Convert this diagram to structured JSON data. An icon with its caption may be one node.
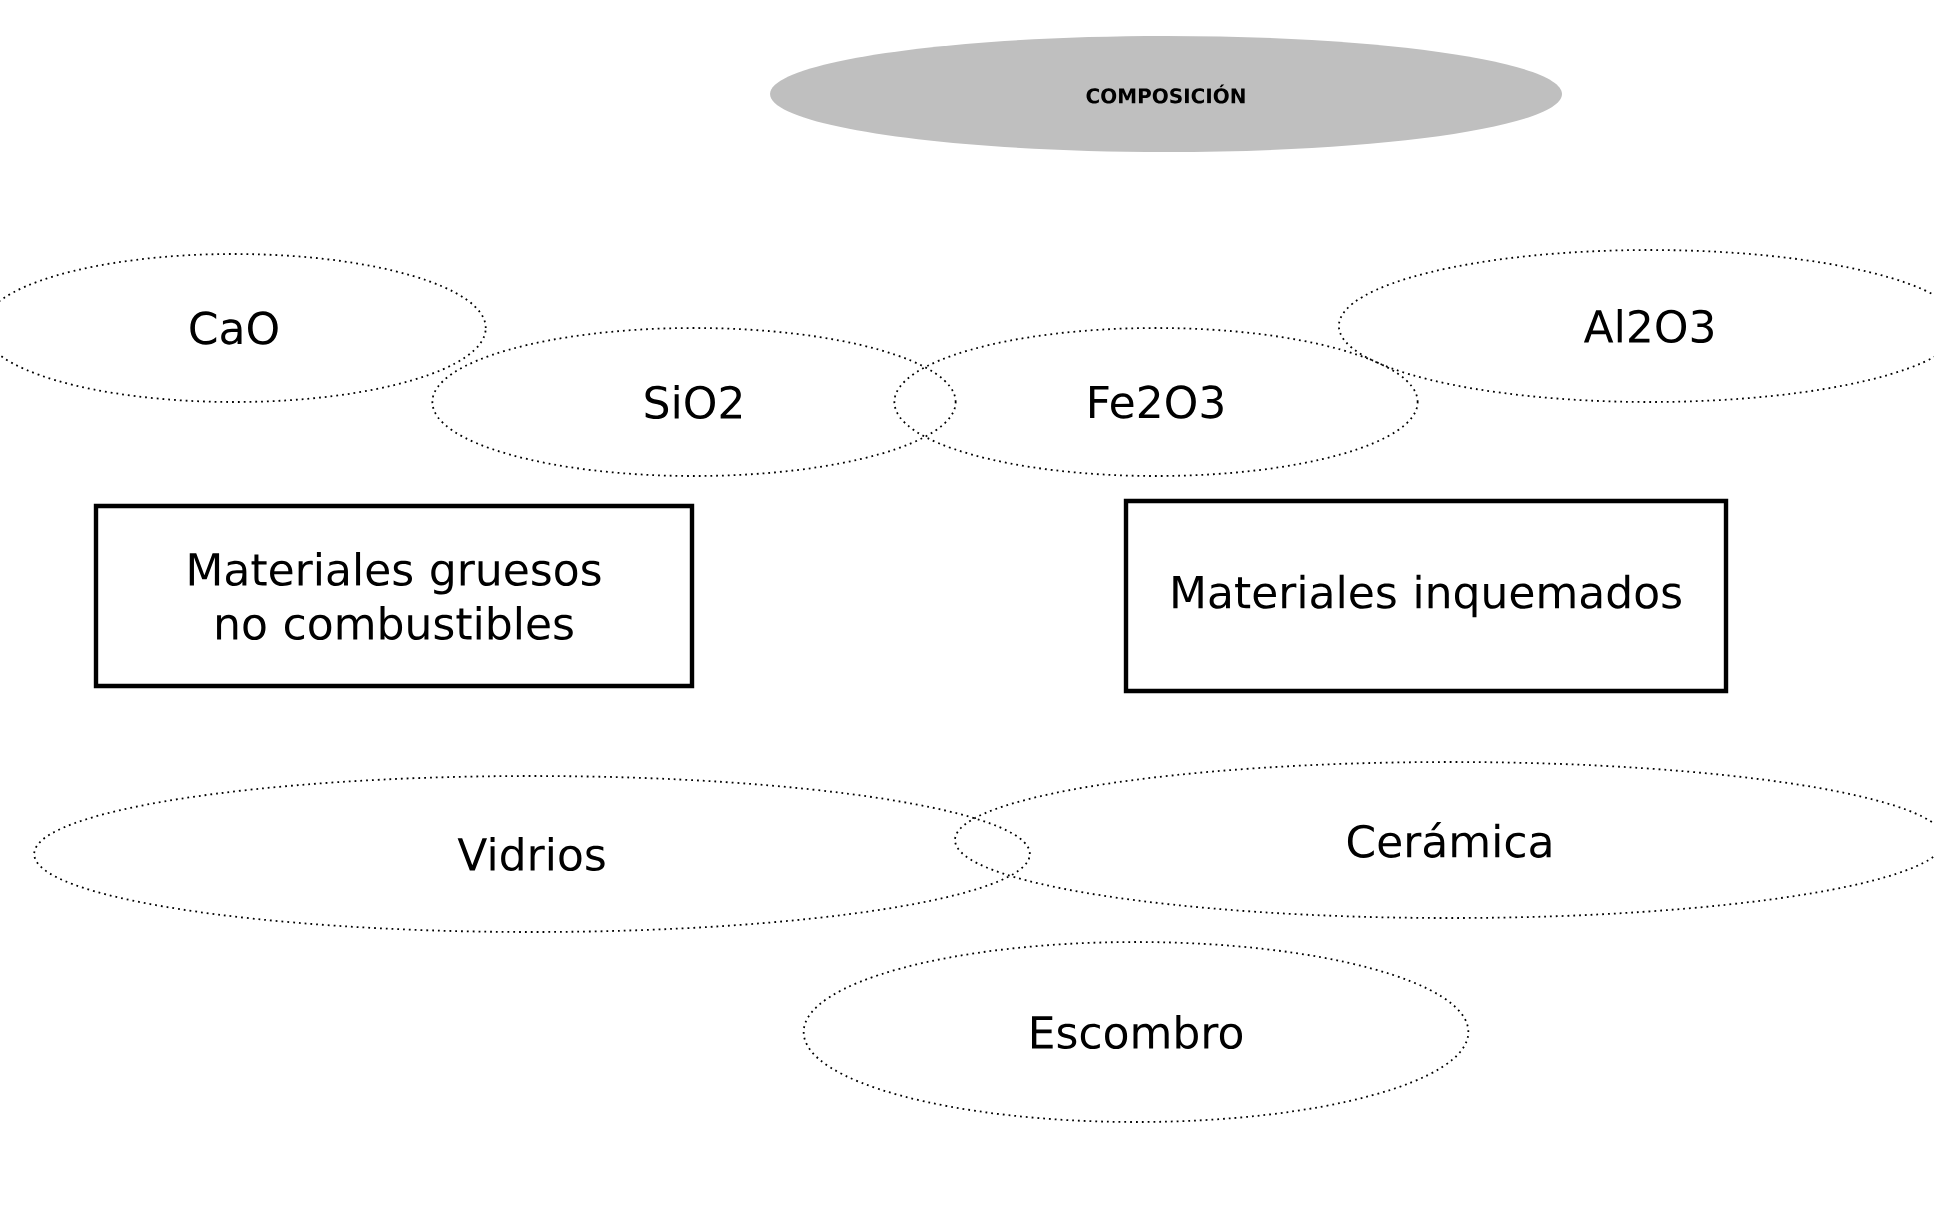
{
  "diagram": {
    "nodes": [
      {
        "text": [
          "COMPOSICIÓN"
        ]
      },
      {
        "text": [
          "CaO"
        ]
      },
      {
        "text": [
          "SiO2"
        ]
      },
      {
        "text": [
          "Fe2O3"
        ]
      },
      {
        "text": [
          "Al2O3"
        ]
      },
      {
        "text": [
          "Materiales gruesos no combustibles"
        ]
      },
      {
        "text": [
          "Materiales inquemados"
        ]
      },
      {
        "text": [
          "Vidrios"
        ]
      },
      {
        "text": [
          "Cerámica"
        ]
      },
      {
        "text": [
          "Escombro"
        ]
      }
    ]
  }
}
